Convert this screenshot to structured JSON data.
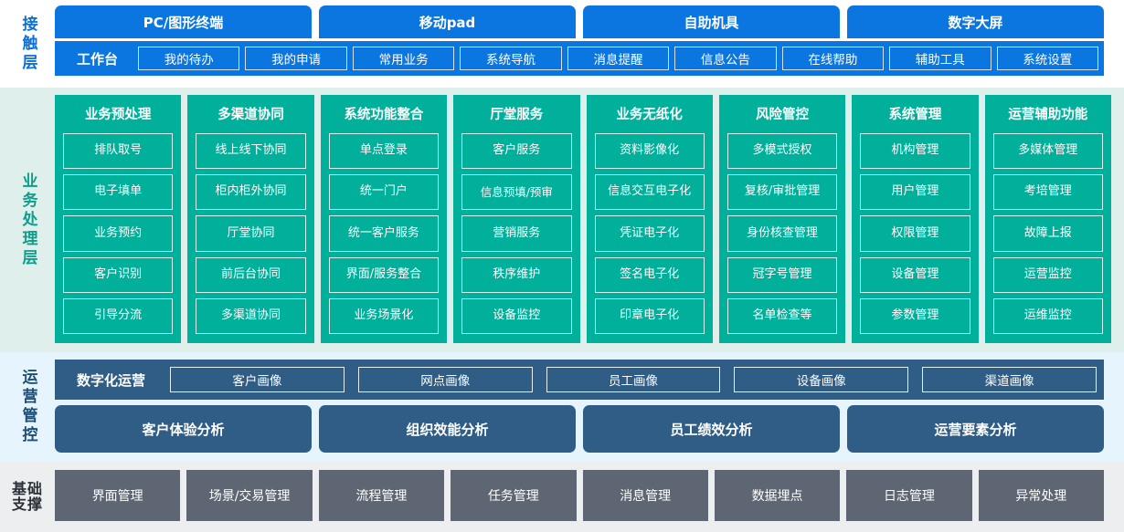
{
  "layers": {
    "contact": {
      "label": "接触层",
      "channels": [
        "PC/图形终端",
        "移动pad",
        "自助机具",
        "数字大屏"
      ],
      "workbench_title": "工作台",
      "workbench_items": [
        "我的待办",
        "我的申请",
        "常用业务",
        "系统导航",
        "消息提醒",
        "信息公告",
        "在线帮助",
        "辅助工具",
        "系统设置"
      ]
    },
    "business": {
      "label": "业务处理层",
      "cards": [
        {
          "title": "业务预处理",
          "items": [
            "排队取号",
            "电子填单",
            "业务预约",
            "客户识别",
            "引导分流"
          ]
        },
        {
          "title": "多渠道协同",
          "items": [
            "线上线下协同",
            "柜内柜外协同",
            "厅堂协同",
            "前后台协同",
            "多渠道协同"
          ]
        },
        {
          "title": "系统功能整合",
          "items": [
            "单点登录",
            "统一门户",
            "统一客户服务",
            "界面/服务整合",
            "业务场景化"
          ]
        },
        {
          "title": "厅堂服务",
          "items": [
            "客户服务",
            "信息预填/预审",
            "营销服务",
            "秩序维护",
            "设备监控"
          ]
        },
        {
          "title": "业务无纸化",
          "items": [
            "资料影像化",
            "信息交互电子化",
            "凭证电子化",
            "签名电子化",
            "印章电子化"
          ]
        },
        {
          "title": "风险管控",
          "items": [
            "多模式授权",
            "复核/审批管理",
            "身份核查管理",
            "冠字号管理",
            "名单检查等"
          ]
        },
        {
          "title": "系统管理",
          "items": [
            "机构管理",
            "用户管理",
            "权限管理",
            "设备管理",
            "参数管理"
          ]
        },
        {
          "title": "运营辅助功能",
          "items": [
            "多媒体管理",
            "考培管理",
            "故障上报",
            "运营监控",
            "运维监控"
          ]
        }
      ]
    },
    "operations": {
      "label": "运营管控",
      "portrait_title": "数字化运营",
      "portraits": [
        "客户画像",
        "网点画像",
        "员工画像",
        "设备画像",
        "渠道画像"
      ],
      "analyses": [
        "客户体验分析",
        "组织效能分析",
        "员工绩效分析",
        "运营要素分析"
      ]
    },
    "base": {
      "label_line1": "基础",
      "label_line2": "支撑",
      "items": [
        "界面管理",
        "场景/交易管理",
        "流程管理",
        "任务管理",
        "消息管理",
        "数据埋点",
        "日志管理",
        "异常处理"
      ]
    }
  },
  "colors": {
    "contact_blue": "#0c76e0",
    "business_teal": "#00b09a",
    "business_bg": "#dff0ec",
    "ops_blue": "#2f5d85",
    "ops_bg": "#e6f4fd",
    "base_gray": "#5e6673",
    "base_bg": "#eceef0"
  }
}
